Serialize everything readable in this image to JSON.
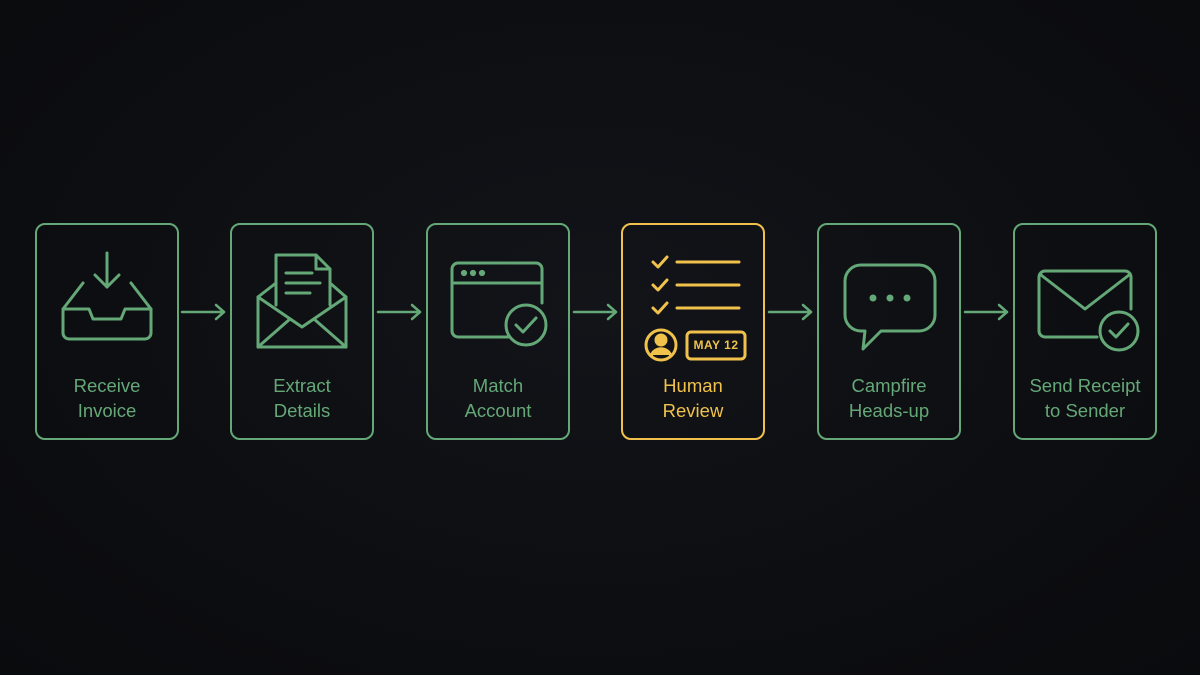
{
  "colors": {
    "accent": "#64a878",
    "highlight": "#f0c24b",
    "background": "#0d0e11"
  },
  "steps": [
    {
      "line1": "Receive",
      "line2": "Invoice",
      "icon": "inbox-download-icon"
    },
    {
      "line1": "Extract",
      "line2": "Details",
      "icon": "document-envelope-icon"
    },
    {
      "line1": "Match",
      "line2": "Account",
      "icon": "browser-check-icon"
    },
    {
      "line1": "Human",
      "line2": "Review",
      "icon": "checklist-review-icon",
      "badge": "MAY 12",
      "highlighted": true
    },
    {
      "line1": "Campfire",
      "line2": "Heads-up",
      "icon": "chat-bubble-icon"
    },
    {
      "line1": "Send Receipt",
      "line2": "to Sender",
      "icon": "mail-check-icon"
    }
  ]
}
